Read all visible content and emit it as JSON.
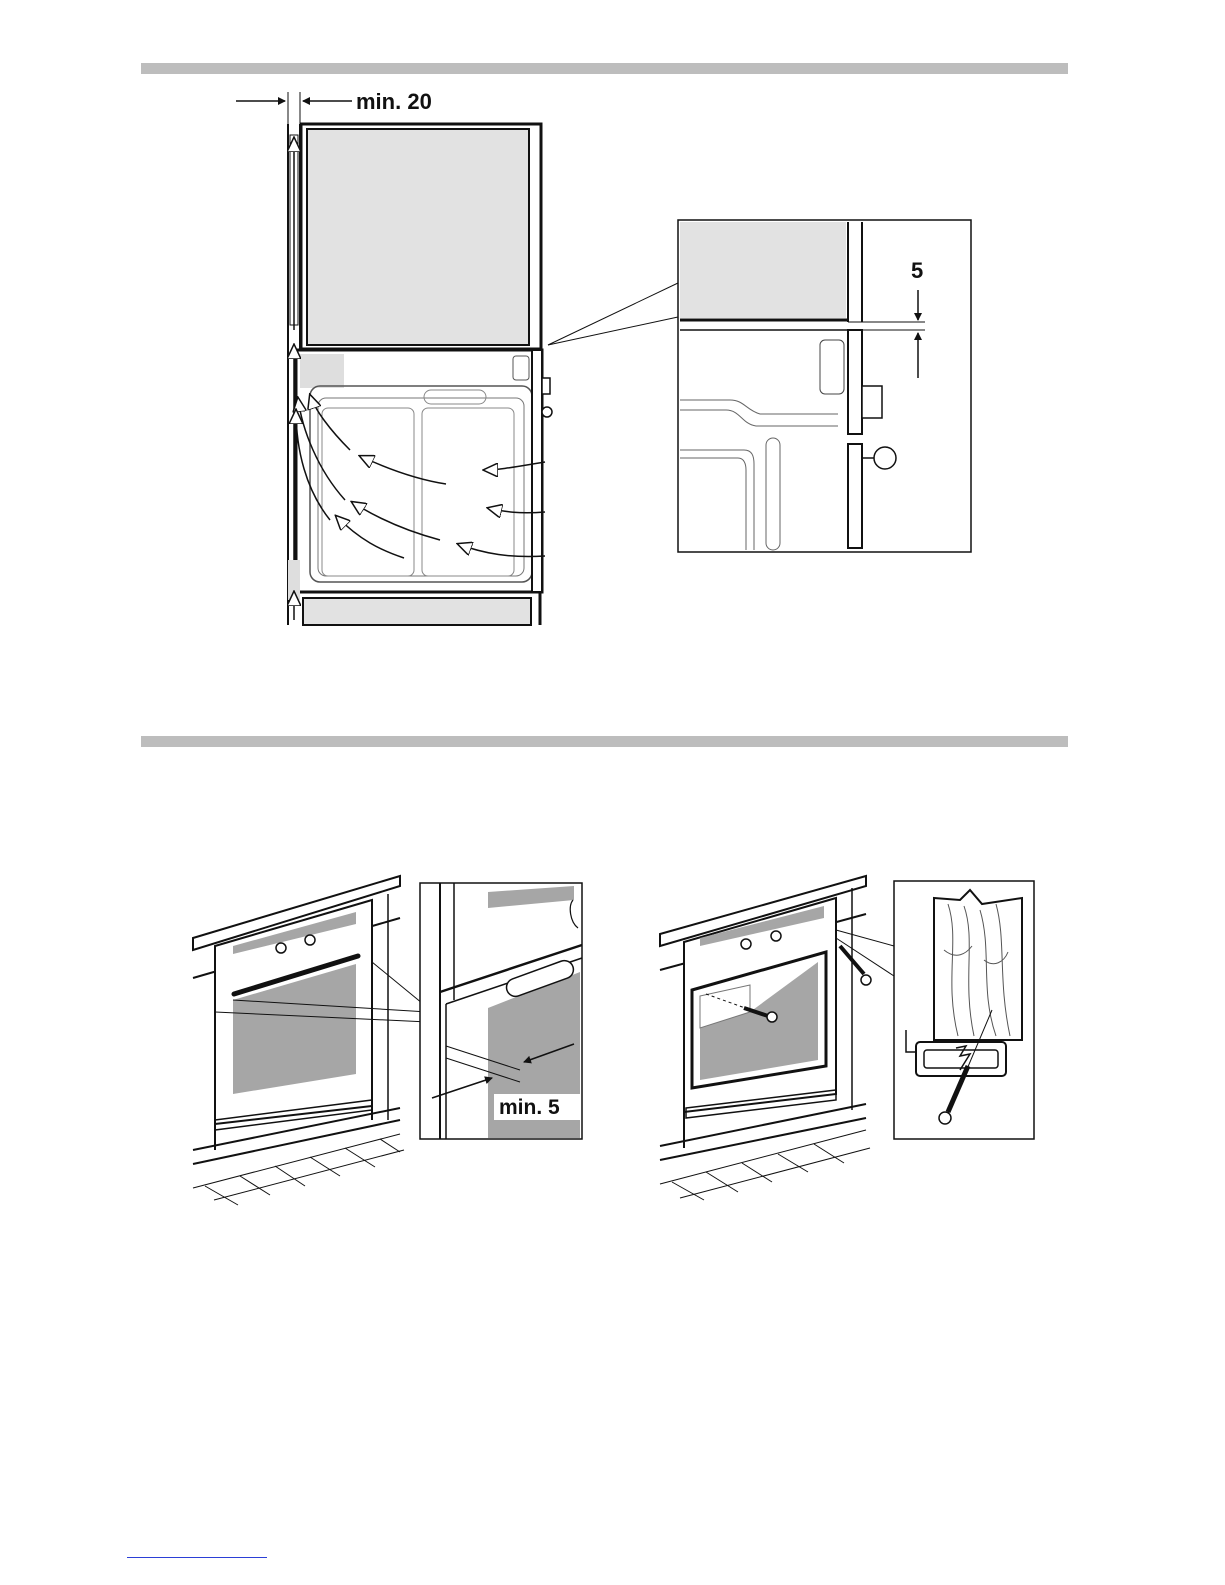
{
  "top_figure": {
    "gap_dimension_label": "min. 20",
    "detail_gap_label": "5"
  },
  "bottom_left_figure": {
    "gap_dimension_label": "min. 5"
  },
  "colors": {
    "panel_fill": "#e2e2e2",
    "door_glass": "#a6a6a6",
    "line": "#111111",
    "rule": "#bdbdbd"
  }
}
